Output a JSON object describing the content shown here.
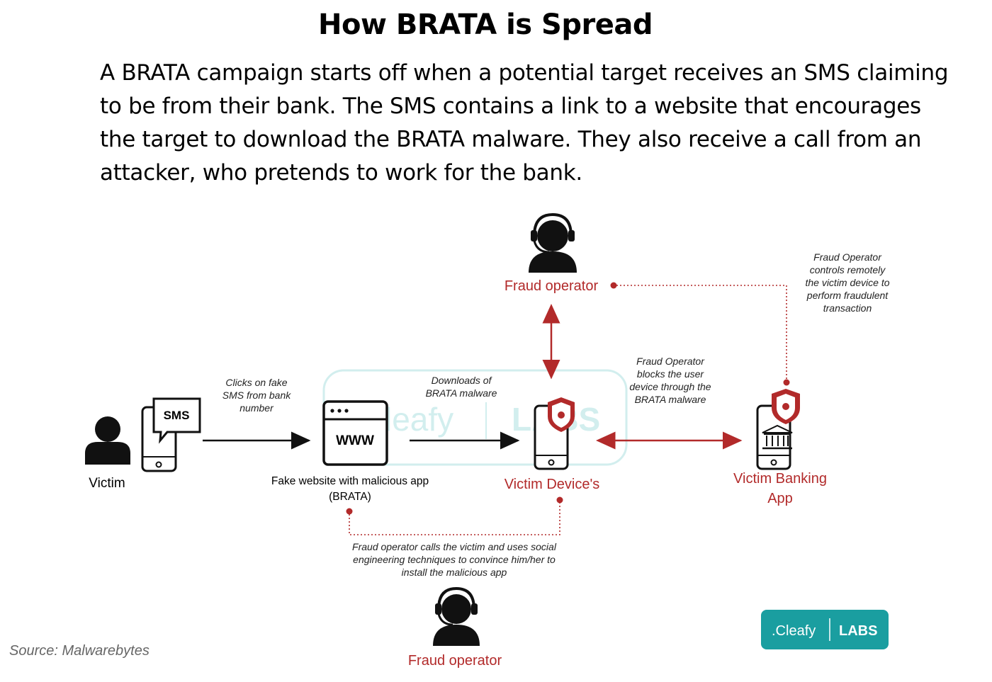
{
  "title": "How BRATA is Spread",
  "intro": "A BRATA campaign starts off when a potential target receives an SMS claiming to be from their bank. The SMS contains a link to a website that encourages the target to download the BRATA malware. They also receive a call from an attacker, who pretends to work for the bank.",
  "source": "Source: Malwarebytes",
  "diagram": {
    "victim": "Victim",
    "sms_icon_text": "SMS",
    "www_icon_text": "WWW",
    "clicks_note": [
      "Clicks on fake",
      "SMS from bank",
      "number"
    ],
    "website_label": [
      "Fake website with malicious app",
      "(BRATA)"
    ],
    "downloads_note": [
      "Downloads of",
      "BRATA malware"
    ],
    "victim_device": "Victim Device's",
    "banking_app": [
      "Victim Banking",
      "App"
    ],
    "fraud_operator_top": "Fraud operator",
    "fraud_operator_bottom": "Fraud operator",
    "blocks_note": [
      "Fraud Operator",
      "blocks the user",
      "device through the",
      "BRATA malware"
    ],
    "controls_note": [
      "Fraud Operator",
      "controls remotely",
      "the victim device to",
      "perform fraudulent",
      "transaction"
    ],
    "calls_note": [
      "Fraud operator calls the victim and uses social",
      "engineering techniques to convince him/her to",
      "install the malicious app"
    ],
    "watermark": {
      "left": ".Cleafy",
      "right": "LABS"
    },
    "logo": {
      "left": ".Cleafy",
      "right": "LABS"
    },
    "colors": {
      "accent_red": "#b22a2a",
      "teal": "#1a9ea0",
      "icon_dark": "#111111"
    }
  }
}
